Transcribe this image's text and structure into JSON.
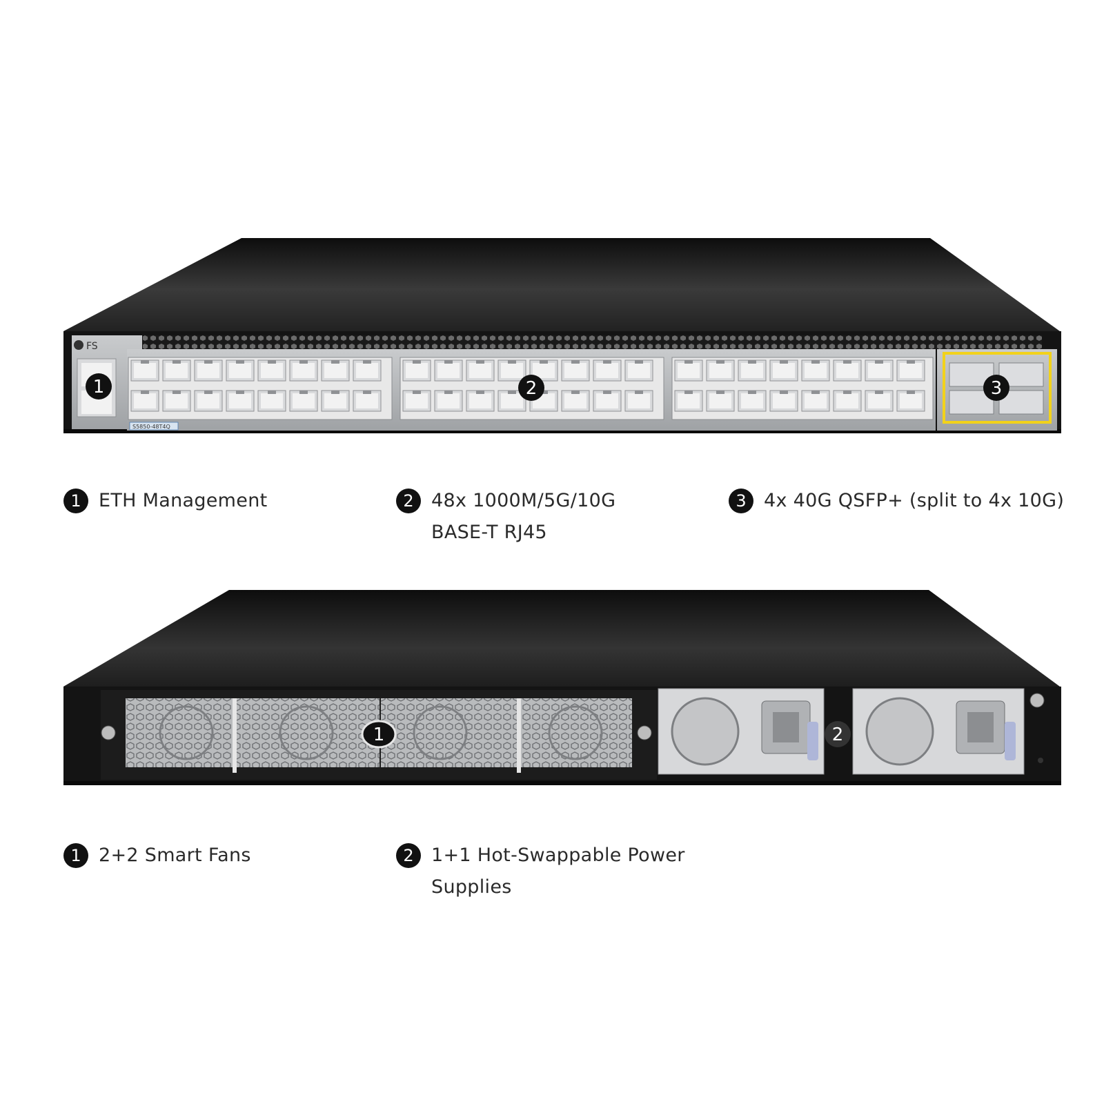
{
  "front_view": {
    "brand_logo": "FS",
    "model_label": "S5850-48T4Q",
    "callouts": [
      "1",
      "2",
      "3"
    ]
  },
  "front_legend": [
    {
      "number": "1",
      "lines": [
        "ETH Management"
      ]
    },
    {
      "number": "2",
      "lines": [
        "48x 1000M/5G/10G",
        "BASE-T RJ45"
      ]
    },
    {
      "number": "3",
      "lines": [
        "4x 40G QSFP+ (split to 4x 10G)"
      ]
    }
  ],
  "rear_view": {
    "callouts": [
      "1",
      "2"
    ]
  },
  "rear_legend": [
    {
      "number": "1",
      "lines": [
        "2+2 Smart Fans"
      ]
    },
    {
      "number": "2",
      "lines": [
        "1+1 Hot-Swappable Power",
        "Supplies"
      ]
    }
  ],
  "colors": {
    "chassis": "#141414",
    "panel": "#b7b9bb",
    "qsfp_highlight": "#f2d21b",
    "badge": "#111111"
  }
}
